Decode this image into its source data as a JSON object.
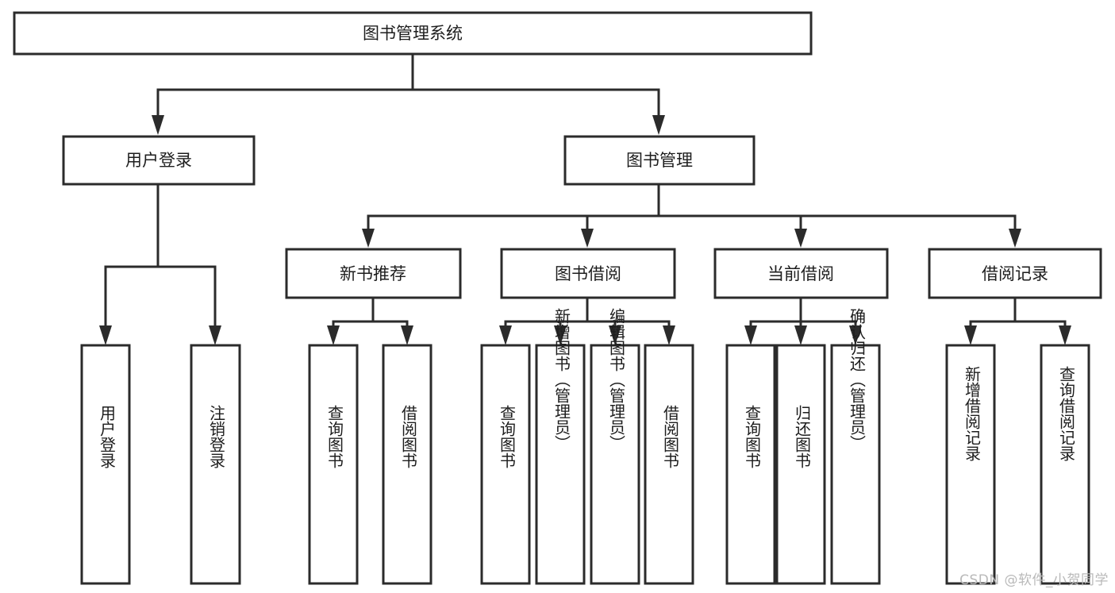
{
  "diagram": {
    "title": "图书管理系统",
    "type": "tree-hierarchy-chart",
    "colors": {
      "stroke": "#2b2b2b",
      "fill": "#ffffff",
      "text": "#1d1d1d",
      "watermark": "#b9b9b9",
      "background": "#ffffff"
    },
    "root": {
      "label": "图书管理系统"
    },
    "level2": [
      {
        "label": "用户登录"
      },
      {
        "label": "图书管理"
      }
    ],
    "level3": [
      {
        "label": "新书推荐"
      },
      {
        "label": "图书借阅"
      },
      {
        "label": "当前借阅"
      },
      {
        "label": "借阅记录"
      }
    ],
    "leaves": {
      "user_login": [
        {
          "label": "用户登录"
        },
        {
          "label": "注销登录"
        }
      ],
      "new_book_recommend": [
        {
          "label": "查询图书"
        },
        {
          "label": "借阅图书"
        }
      ],
      "book_borrow": [
        {
          "label": "查询图书"
        },
        {
          "label": "新增图书（管理员）"
        },
        {
          "label": "编辑图书（管理员）"
        },
        {
          "label": "借阅图书"
        }
      ],
      "current_borrow": [
        {
          "label": "查询图书"
        },
        {
          "label": "归还图书"
        },
        {
          "label": "确认归还（管理员）"
        }
      ],
      "borrow_record": [
        {
          "label": "新增借阅记录"
        },
        {
          "label": "查询借阅记录"
        }
      ]
    },
    "watermark": "CSDN @软件_小贺同学"
  }
}
